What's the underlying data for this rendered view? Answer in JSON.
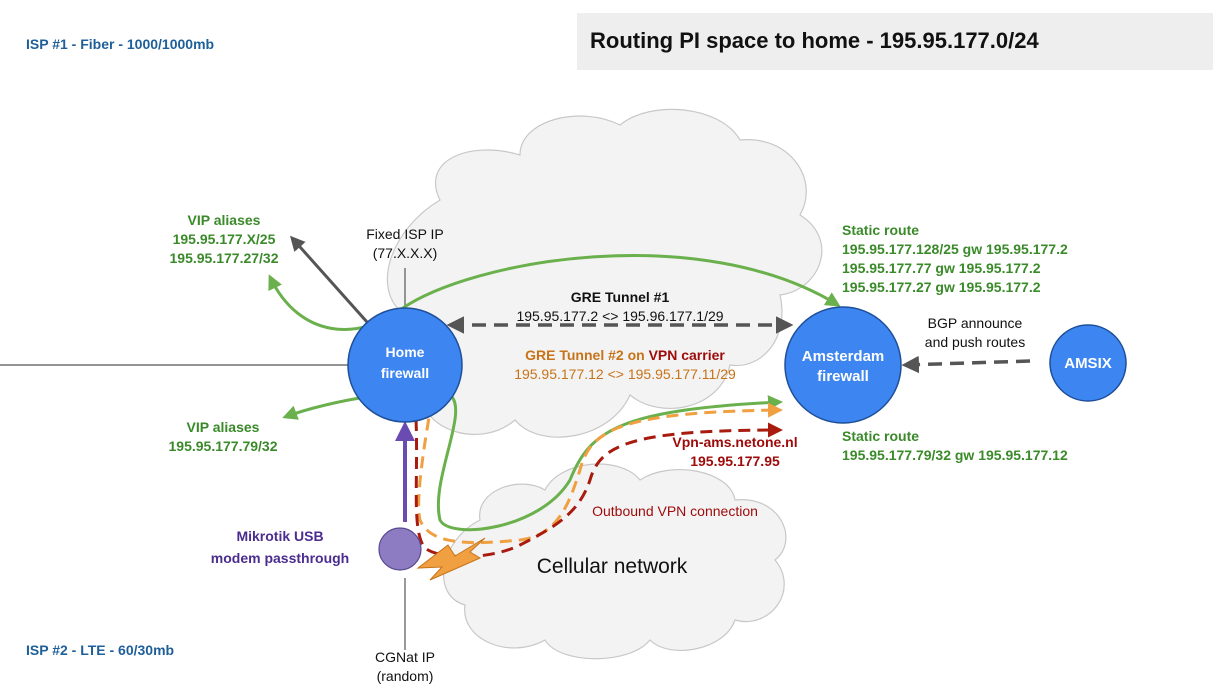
{
  "title": "Routing PI space to home - 195.95.177.0/24",
  "isp1": "ISP #1 - Fiber - 1000/1000mb",
  "isp2": "ISP #2 - LTE - 60/30mb",
  "vip_top": {
    "heading": "VIP aliases",
    "lines": [
      "195.95.177.X/25",
      "195.95.177.27/32"
    ]
  },
  "vip_bottom": {
    "heading": "VIP aliases",
    "lines": [
      "195.95.177.79/32"
    ]
  },
  "fixed_ip": {
    "line1": "Fixed ISP IP",
    "line2": "(77.X.X.X)"
  },
  "home_firewall": {
    "line1": "Home",
    "line2": "firewall"
  },
  "amsterdam_firewall": {
    "line1": "Amsterdam",
    "line2": "firewall"
  },
  "amsix": "AMSIX",
  "gre1": {
    "heading": "GRE Tunnel #1",
    "addresses": "195.95.177.2 <> 195.96.177.1/29"
  },
  "gre2": {
    "heading_part1": "GRE Tunnel #2 on ",
    "heading_part2": "VPN carrier",
    "addresses": "195.95.177.12 <> 195.95.177.11/29"
  },
  "static_route_top": {
    "heading": "Static route",
    "lines": [
      "195.95.177.128/25 gw 195.95.177.2",
      "195.95.177.77 gw 195.95.177.2",
      "195.95.177.27 gw 195.95.177.2"
    ]
  },
  "static_route_bottom": {
    "heading": "Static route",
    "lines": [
      "195.95.177.79/32 gw 195.95.177.12"
    ]
  },
  "bgp": {
    "line1": "BGP announce",
    "line2": "and push routes"
  },
  "vpn_endpoint": {
    "line1": "Vpn-ams.netone.nl",
    "line2": "195.95.177.95"
  },
  "outbound_vpn": "Outbound VPN connection",
  "cellular": "Cellular network",
  "mikrotik": {
    "line1": "Mikrotik USB",
    "line2": "modem passthrough"
  },
  "cgnat": {
    "line1": "CGNat IP",
    "line2": "(random)"
  },
  "colors": {
    "green": "#6ab04c",
    "node_blue": "#3d85f0",
    "grey_arrow": "#555555",
    "orange": "#f0a040",
    "dark_red": "#a81b0e",
    "purple": "#6a4bb2",
    "cloud": "#f3f3f3"
  }
}
